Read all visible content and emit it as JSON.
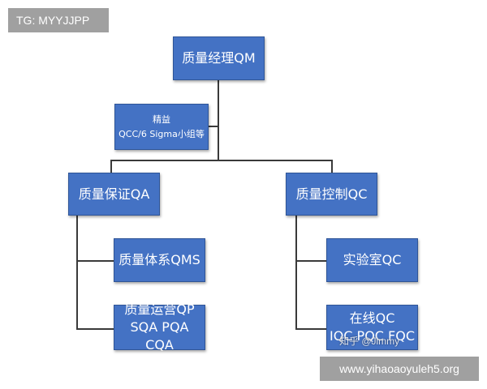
{
  "watermark_top": "TG: MYYJJPP",
  "watermark_bottom": "www.yihaoaoyuleh5.org",
  "overlay_text": "知乎 @Jimmy",
  "nodes": {
    "qm": "质量经理QM",
    "lean_title": "精益",
    "lean_sub": "QCC/6 Sigma小组等",
    "qa": "质量保证QA",
    "qc": "质量控制QC",
    "qms": "质量体系QMS",
    "qp_title": "质量运营QP",
    "qp_sub": "SQA PQA CQA",
    "lab": "实验室QC",
    "online_title": "在线QC",
    "online_sub": "IQC PQC FQC"
  },
  "colors": {
    "box_fill": "#4472c4",
    "box_border": "#2f5597",
    "line": "#3a3a3a"
  }
}
